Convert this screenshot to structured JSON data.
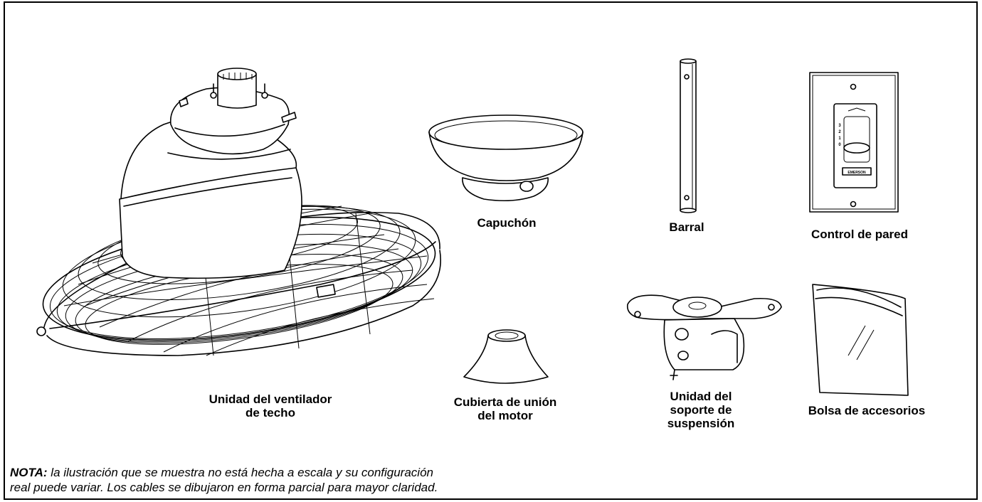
{
  "parts": {
    "fan_unit": {
      "line1": "Unidad del ventilador",
      "line2": "de techo"
    },
    "canopy": {
      "line1": "Capuchón"
    },
    "downrod": {
      "line1": "Barral"
    },
    "wall_control": {
      "line1": "Control de pared"
    },
    "coupling_cover": {
      "line1": "Cubierta de unión",
      "line2": "del motor"
    },
    "hanger_bracket": {
      "line1": "Unidad del",
      "line2": "soporte de",
      "line3": "suspensión"
    },
    "hardware_bag": {
      "line1": "Bolsa de accesorios"
    }
  },
  "wall_control_face": {
    "speeds": [
      "3",
      "2",
      "1",
      "0"
    ],
    "brand": "EMERSON"
  },
  "note": {
    "lead": "NOTA:",
    "line1": " la ilustración que se muestra no está hecha a escala y su configuración",
    "line2": "real puede variar. Los cables se dibujaron en forma parcial para mayor claridad."
  }
}
